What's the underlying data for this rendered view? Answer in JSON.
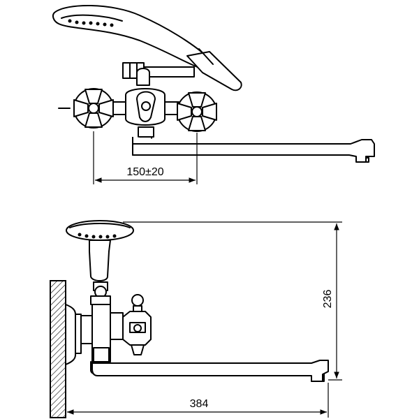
{
  "dimensions": {
    "handle_spacing": "150±20",
    "height": "236",
    "spout_reach": "384"
  }
}
